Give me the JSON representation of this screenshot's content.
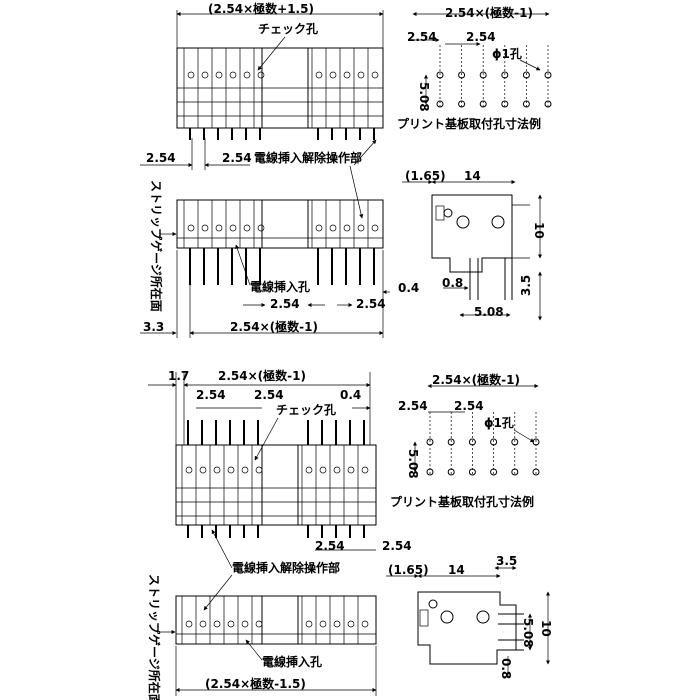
{
  "top": {
    "overall_width": "(2.54×極数+1.5)",
    "check_hole": "チェック孔",
    "pitch_left": "2.54",
    "pitch_right": "2.54",
    "release_label": "電線挿入解除操作部",
    "strip_gauge": "ストリップゲージ所在面",
    "wire_hole": "電線挿入孔",
    "pitch_bottom1": "2.54",
    "pitch_bottom2": "2.54",
    "offset_04": "0.4",
    "offset_33": "3.3",
    "width_pins": "2.54×(極数-1)",
    "pcb": {
      "width": "2.54×(極数-1)",
      "pitch_a": "2.54",
      "pitch_b": "2.54",
      "hole": "ϕ1孔",
      "row_gap": "5.08",
      "caption": "プリント基板取付孔寸法例"
    },
    "side": {
      "offset": "(1.65)",
      "length": "14",
      "height": "10",
      "pin_offset": "0.8",
      "pin_gap": "5.08",
      "pin_len": "3.5"
    }
  },
  "bottom": {
    "offset_17": "1.7",
    "width_pins": "2.54×(極数-1)",
    "pitch_a": "2.54",
    "pitch_b": "2.54",
    "offset_04": "0.4",
    "check_hole": "チェック孔",
    "pitch_c": "2.54",
    "pitch_d": "2.54",
    "release_label": "電線挿入解除操作部",
    "strip_gauge": "ストリップゲージ所在面",
    "wire_hole": "電線挿入孔",
    "overall_width": "(2.54×極数-1.5)",
    "pcb": {
      "width": "2.54×(極数-1)",
      "pitch_a": "2.54",
      "pitch_b": "2.54",
      "hole": "ϕ1孔",
      "row_gap": "5.08",
      "caption": "プリント基板取付孔寸法例"
    },
    "side": {
      "offset": "(1.65)",
      "length": "14",
      "top_w": "3.5",
      "pin_gap": "5.08",
      "height": "10",
      "pin_offset": "0.8"
    }
  }
}
